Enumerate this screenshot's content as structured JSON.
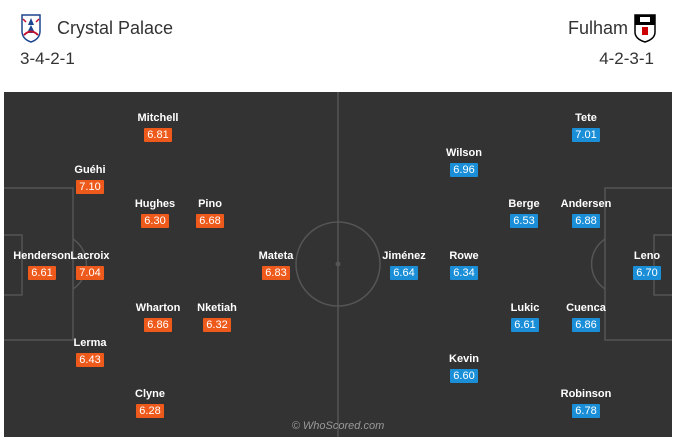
{
  "home": {
    "name": "Crystal Palace",
    "formation": "3-4-2-1",
    "rating_color": "#ee5a1b",
    "crest_icon": "crystal-palace-crest-icon",
    "players": [
      {
        "name": "Henderson",
        "rating": "6.61"
      },
      {
        "name": "Guéhi",
        "rating": "7.10"
      },
      {
        "name": "Lacroix",
        "rating": "7.04"
      },
      {
        "name": "Lerma",
        "rating": "6.43"
      },
      {
        "name": "Mitchell",
        "rating": "6.81"
      },
      {
        "name": "Hughes",
        "rating": "6.30"
      },
      {
        "name": "Wharton",
        "rating": "6.86"
      },
      {
        "name": "Clyne",
        "rating": "6.28"
      },
      {
        "name": "Pino",
        "rating": "6.68"
      },
      {
        "name": "Nketiah",
        "rating": "6.32"
      },
      {
        "name": "Mateta",
        "rating": "6.83"
      }
    ]
  },
  "away": {
    "name": "Fulham",
    "formation": "4-2-3-1",
    "rating_color": "#1a8fd8",
    "crest_icon": "fulham-crest-icon",
    "players": [
      {
        "name": "Jiménez",
        "rating": "6.64"
      },
      {
        "name": "Wilson",
        "rating": "6.96"
      },
      {
        "name": "Rowe",
        "rating": "6.34"
      },
      {
        "name": "Kevin",
        "rating": "6.60"
      },
      {
        "name": "Berge",
        "rating": "6.53"
      },
      {
        "name": "Lukic",
        "rating": "6.61"
      },
      {
        "name": "Tete",
        "rating": "7.01"
      },
      {
        "name": "Andersen",
        "rating": "6.88"
      },
      {
        "name": "Cuenca",
        "rating": "6.86"
      },
      {
        "name": "Robinson",
        "rating": "6.78"
      },
      {
        "name": "Leno",
        "rating": "6.70"
      }
    ]
  },
  "pitch": {
    "color": "#333333",
    "line_color": "#555555"
  },
  "watermark": "© WhoScored.com"
}
